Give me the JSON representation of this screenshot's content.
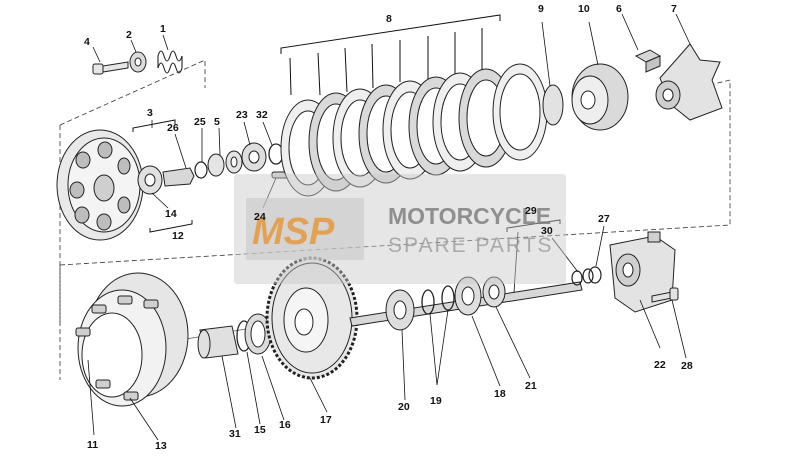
{
  "diagram": {
    "callouts": [
      {
        "id": "c1",
        "text": "1"
      },
      {
        "id": "c2",
        "text": "2"
      },
      {
        "id": "c3",
        "text": "3"
      },
      {
        "id": "c4",
        "text": "4"
      },
      {
        "id": "c5",
        "text": "5"
      },
      {
        "id": "c6",
        "text": "6"
      },
      {
        "id": "c7",
        "text": "7"
      },
      {
        "id": "c8",
        "text": "8"
      },
      {
        "id": "c9",
        "text": "9"
      },
      {
        "id": "c10",
        "text": "10"
      },
      {
        "id": "c11",
        "text": "11"
      },
      {
        "id": "c12",
        "text": "12"
      },
      {
        "id": "c13",
        "text": "13"
      },
      {
        "id": "c14",
        "text": "14"
      },
      {
        "id": "c15",
        "text": "15"
      },
      {
        "id": "c16",
        "text": "16"
      },
      {
        "id": "c17",
        "text": "17"
      },
      {
        "id": "c18",
        "text": "18"
      },
      {
        "id": "c19",
        "text": "19"
      },
      {
        "id": "c20",
        "text": "20"
      },
      {
        "id": "c21",
        "text": "21"
      },
      {
        "id": "c22",
        "text": "22"
      },
      {
        "id": "c23",
        "text": "23"
      },
      {
        "id": "c24",
        "text": "24"
      },
      {
        "id": "c25",
        "text": "25"
      },
      {
        "id": "c26",
        "text": "26"
      },
      {
        "id": "c27",
        "text": "27"
      },
      {
        "id": "c28",
        "text": "28"
      },
      {
        "id": "c29",
        "text": "29"
      },
      {
        "id": "c30",
        "text": "30"
      },
      {
        "id": "c31",
        "text": "31"
      },
      {
        "id": "c32",
        "text": "32"
      }
    ]
  },
  "watermark": {
    "logo_text": "MSP",
    "line1": "MOTORCYCLE",
    "line2": "SPARE PARTS",
    "logo_color": "#e8912a",
    "band_color": "#c8c8c8"
  }
}
